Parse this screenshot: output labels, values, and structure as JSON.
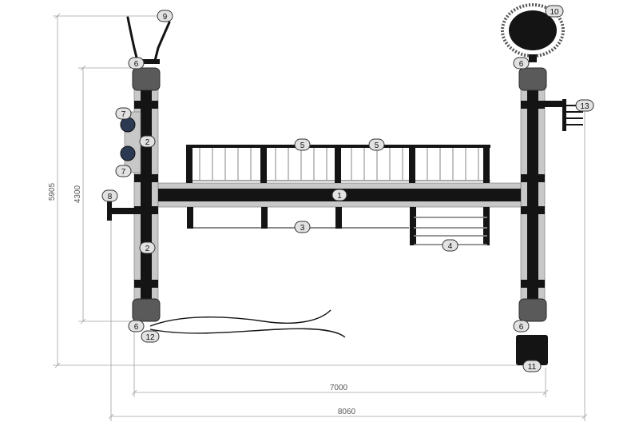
{
  "dimensions": {
    "height_total": "5905",
    "height_inner": "4300",
    "width_inner": "7000",
    "width_total": "8060"
  },
  "callouts": {
    "c1": "1",
    "c2a": "2",
    "c2b": "2",
    "c3": "3",
    "c4": "4",
    "c5a": "5",
    "c5b": "5",
    "c6a": "6",
    "c6b": "6",
    "c6c": "6",
    "c6d": "6",
    "c7a": "7",
    "c7b": "7",
    "c8": "8",
    "c9": "9",
    "c10": "10",
    "c11": "11",
    "c12": "12",
    "c13": "13"
  },
  "colors": {
    "frame": "#141414",
    "rail": "#c8c8c8",
    "dimension": "#a0a0a0",
    "callout_fill": "#e2e2e2",
    "pad": "#5a5a5a"
  }
}
